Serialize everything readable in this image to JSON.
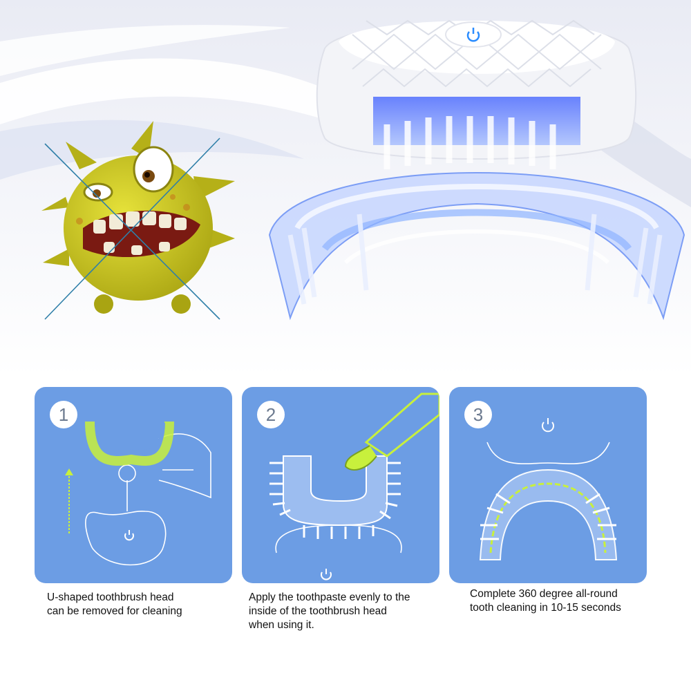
{
  "steps": [
    {
      "number": "1",
      "caption_line1": "U-shaped toothbrush head",
      "caption_line2": "can be removed for cleaning",
      "caption_line3": ""
    },
    {
      "number": "2",
      "caption_line1": "Apply the toothpaste evenly to the",
      "caption_line2": "inside of the toothbrush head",
      "caption_line3": "when using it."
    },
    {
      "number": "3",
      "caption_line1": "Complete 360 degree all-round",
      "caption_line2": "tooth cleaning in 10-15 seconds",
      "caption_line3": ""
    }
  ],
  "icons": {
    "power": "power-icon",
    "arrow": "arrow-up-icon",
    "cross": "cross-mark-icon"
  },
  "colors": {
    "panel_bg": "#6c9de4",
    "highlight_green": "#c8f03c",
    "brush_blue": "#8fb4ff",
    "germ_yellow": "#c8c41e"
  }
}
